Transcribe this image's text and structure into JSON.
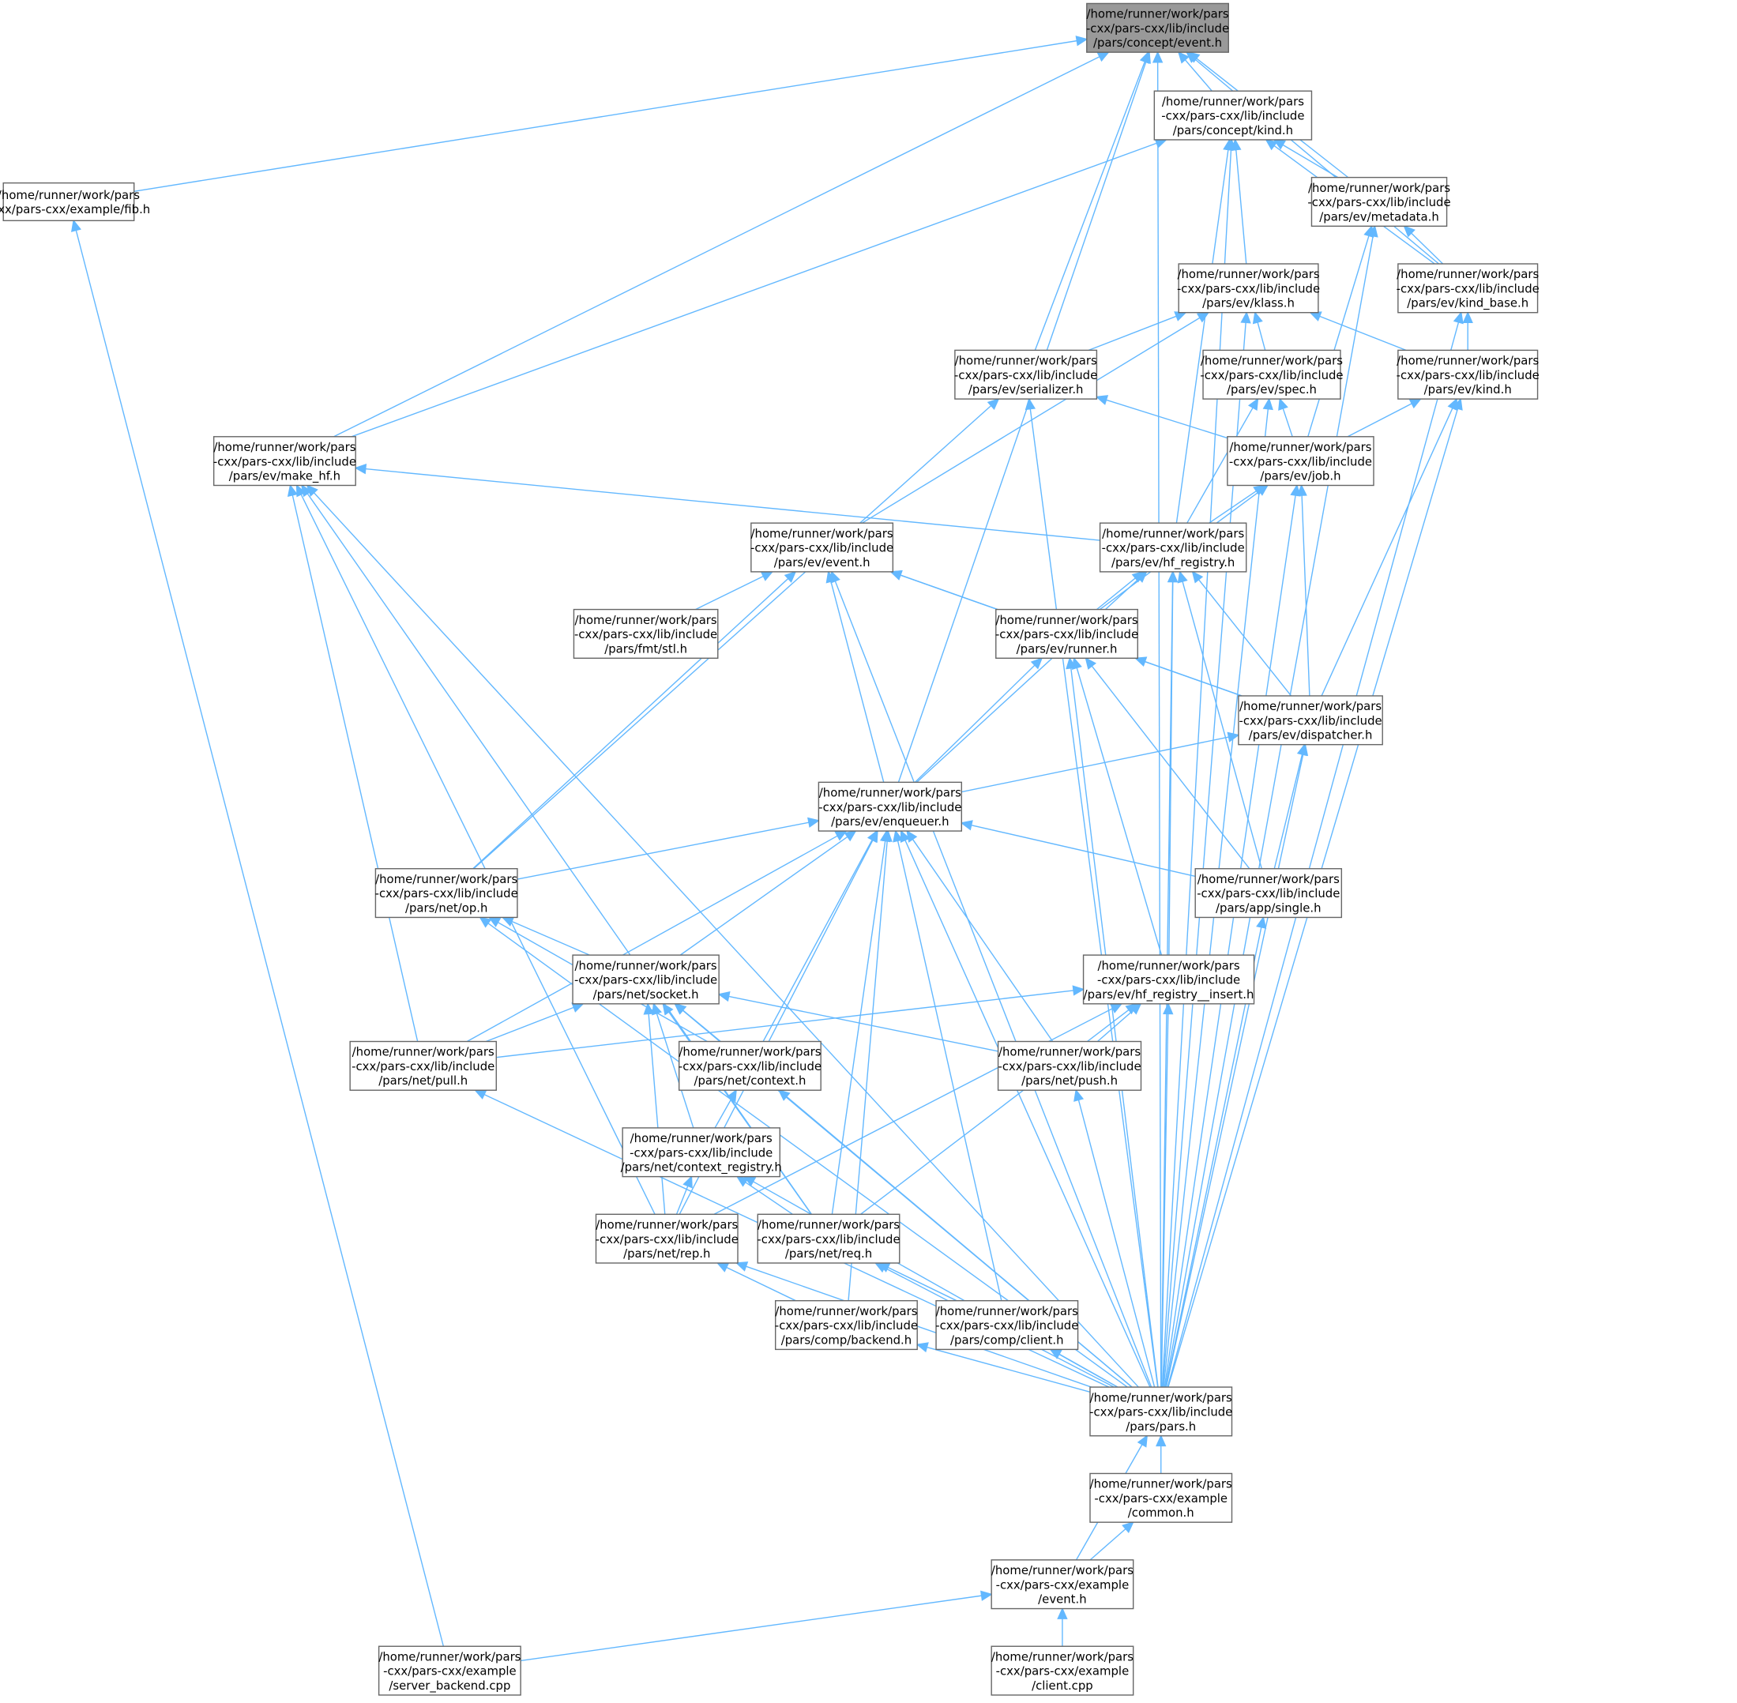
{
  "nodes": [
    {
      "id": "concept_event",
      "lines": [
        "/home/runner/work/pars",
        "-cxx/pars-cxx/lib/include",
        "/pars/concept/event.h"
      ],
      "root": true
    },
    {
      "id": "concept_kind",
      "lines": [
        "/home/runner/work/pars",
        "-cxx/pars-cxx/lib/include",
        "/pars/concept/kind.h"
      ]
    },
    {
      "id": "example_fib",
      "lines": [
        "/home/runner/work/pars",
        "-cxx/pars-cxx/example/fib.h"
      ]
    },
    {
      "id": "ev_metadata",
      "lines": [
        "/home/runner/work/pars",
        "-cxx/pars-cxx/lib/include",
        "/pars/ev/metadata.h"
      ]
    },
    {
      "id": "ev_klass",
      "lines": [
        "/home/runner/work/pars",
        "-cxx/pars-cxx/lib/include",
        "/pars/ev/klass.h"
      ]
    },
    {
      "id": "ev_kind_base",
      "lines": [
        "/home/runner/work/pars",
        "-cxx/pars-cxx/lib/include",
        "/pars/ev/kind_base.h"
      ]
    },
    {
      "id": "ev_serializer",
      "lines": [
        "/home/runner/work/pars",
        "-cxx/pars-cxx/lib/include",
        "/pars/ev/serializer.h"
      ]
    },
    {
      "id": "ev_spec",
      "lines": [
        "/home/runner/work/pars",
        "-cxx/pars-cxx/lib/include",
        "/pars/ev/spec.h"
      ]
    },
    {
      "id": "ev_kind",
      "lines": [
        "/home/runner/work/pars",
        "-cxx/pars-cxx/lib/include",
        "/pars/ev/kind.h"
      ]
    },
    {
      "id": "ev_make_hf",
      "lines": [
        "/home/runner/work/pars",
        "-cxx/pars-cxx/lib/include",
        "/pars/ev/make_hf.h"
      ]
    },
    {
      "id": "ev_job",
      "lines": [
        "/home/runner/work/pars",
        "-cxx/pars-cxx/lib/include",
        "/pars/ev/job.h"
      ]
    },
    {
      "id": "ev_event",
      "lines": [
        "/home/runner/work/pars",
        "-cxx/pars-cxx/lib/include",
        "/pars/ev/event.h"
      ]
    },
    {
      "id": "ev_hf_registry",
      "lines": [
        "/home/runner/work/pars",
        "-cxx/pars-cxx/lib/include",
        "/pars/ev/hf_registry.h"
      ]
    },
    {
      "id": "fmt_stl",
      "lines": [
        "/home/runner/work/pars",
        "-cxx/pars-cxx/lib/include",
        "/pars/fmt/stl.h"
      ]
    },
    {
      "id": "ev_runner",
      "lines": [
        "/home/runner/work/pars",
        "-cxx/pars-cxx/lib/include",
        "/pars/ev/runner.h"
      ]
    },
    {
      "id": "ev_dispatcher",
      "lines": [
        "/home/runner/work/pars",
        "-cxx/pars-cxx/lib/include",
        "/pars/ev/dispatcher.h"
      ]
    },
    {
      "id": "ev_enqueuer",
      "lines": [
        "/home/runner/work/pars",
        "-cxx/pars-cxx/lib/include",
        "/pars/ev/enqueuer.h"
      ]
    },
    {
      "id": "net_op",
      "lines": [
        "/home/runner/work/pars",
        "-cxx/pars-cxx/lib/include",
        "/pars/net/op.h"
      ]
    },
    {
      "id": "app_single",
      "lines": [
        "/home/runner/work/pars",
        "-cxx/pars-cxx/lib/include",
        "/pars/app/single.h"
      ]
    },
    {
      "id": "net_socket",
      "lines": [
        "/home/runner/work/pars",
        "-cxx/pars-cxx/lib/include",
        "/pars/net/socket.h"
      ]
    },
    {
      "id": "ev_hf_registry_insert",
      "lines": [
        "/home/runner/work/pars",
        "-cxx/pars-cxx/lib/include",
        "/pars/ev/hf_registry__insert.h"
      ]
    },
    {
      "id": "net_pull",
      "lines": [
        "/home/runner/work/pars",
        "-cxx/pars-cxx/lib/include",
        "/pars/net/pull.h"
      ]
    },
    {
      "id": "net_context",
      "lines": [
        "/home/runner/work/pars",
        "-cxx/pars-cxx/lib/include",
        "/pars/net/context.h"
      ]
    },
    {
      "id": "net_push",
      "lines": [
        "/home/runner/work/pars",
        "-cxx/pars-cxx/lib/include",
        "/pars/net/push.h"
      ]
    },
    {
      "id": "net_context_registry",
      "lines": [
        "/home/runner/work/pars",
        "-cxx/pars-cxx/lib/include",
        "/pars/net/context_registry.h"
      ]
    },
    {
      "id": "net_rep",
      "lines": [
        "/home/runner/work/pars",
        "-cxx/pars-cxx/lib/include",
        "/pars/net/rep.h"
      ]
    },
    {
      "id": "net_req",
      "lines": [
        "/home/runner/work/pars",
        "-cxx/pars-cxx/lib/include",
        "/pars/net/req.h"
      ]
    },
    {
      "id": "comp_backend",
      "lines": [
        "/home/runner/work/pars",
        "-cxx/pars-cxx/lib/include",
        "/pars/comp/backend.h"
      ]
    },
    {
      "id": "comp_client",
      "lines": [
        "/home/runner/work/pars",
        "-cxx/pars-cxx/lib/include",
        "/pars/comp/client.h"
      ]
    },
    {
      "id": "pars_h",
      "lines": [
        "/home/runner/work/pars",
        "-cxx/pars-cxx/lib/include",
        "/pars/pars.h"
      ]
    },
    {
      "id": "example_common",
      "lines": [
        "/home/runner/work/pars",
        "-cxx/pars-cxx/example",
        "/common.h"
      ]
    },
    {
      "id": "example_event",
      "lines": [
        "/home/runner/work/pars",
        "-cxx/pars-cxx/example",
        "/event.h"
      ]
    },
    {
      "id": "example_server_backend",
      "lines": [
        "/home/runner/work/pars",
        "-cxx/pars-cxx/example",
        "/server_backend.cpp"
      ]
    },
    {
      "id": "example_client",
      "lines": [
        "/home/runner/work/pars",
        "-cxx/pars-cxx/example",
        "/client.cpp"
      ]
    }
  ],
  "edges": [
    [
      "example_fib",
      "concept_event"
    ],
    [
      "concept_kind",
      "concept_event"
    ],
    [
      "ev_make_hf",
      "concept_event"
    ],
    [
      "ev_serializer",
      "concept_event"
    ],
    [
      "ev_enqueuer",
      "concept_event"
    ],
    [
      "ev_metadata",
      "concept_event"
    ],
    [
      "ev_kind_base",
      "concept_event"
    ],
    [
      "pars_h",
      "concept_event"
    ],
    [
      "ev_metadata",
      "concept_kind"
    ],
    [
      "ev_klass",
      "concept_kind"
    ],
    [
      "ev_kind_base",
      "concept_kind"
    ],
    [
      "ev_make_hf",
      "concept_kind"
    ],
    [
      "ev_hf_registry",
      "concept_kind"
    ],
    [
      "pars_h",
      "concept_kind"
    ],
    [
      "example_server_backend",
      "example_fib"
    ],
    [
      "ev_kind_base",
      "ev_metadata"
    ],
    [
      "ev_job",
      "ev_metadata"
    ],
    [
      "pars_h",
      "ev_metadata"
    ],
    [
      "ev_serializer",
      "ev_klass"
    ],
    [
      "ev_spec",
      "ev_klass"
    ],
    [
      "ev_kind",
      "ev_klass"
    ],
    [
      "ev_event",
      "ev_klass"
    ],
    [
      "pars_h",
      "ev_klass"
    ],
    [
      "ev_kind",
      "ev_kind_base"
    ],
    [
      "pars_h",
      "ev_kind_base"
    ],
    [
      "ev_job",
      "ev_serializer"
    ],
    [
      "net_op",
      "ev_serializer"
    ],
    [
      "pars_h",
      "ev_serializer"
    ],
    [
      "ev_job",
      "ev_spec"
    ],
    [
      "ev_hf_registry",
      "ev_spec"
    ],
    [
      "pars_h",
      "ev_spec"
    ],
    [
      "ev_job",
      "ev_kind"
    ],
    [
      "ev_dispatcher",
      "ev_kind"
    ],
    [
      "pars_h",
      "ev_kind"
    ],
    [
      "ev_hf_registry",
      "ev_make_hf"
    ],
    [
      "net_pull",
      "ev_make_hf"
    ],
    [
      "net_rep",
      "ev_make_hf"
    ],
    [
      "net_req",
      "ev_make_hf"
    ],
    [
      "pars_h",
      "ev_make_hf"
    ],
    [
      "ev_hf_registry",
      "ev_job"
    ],
    [
      "ev_runner",
      "ev_job"
    ],
    [
      "ev_dispatcher",
      "ev_job"
    ],
    [
      "pars_h",
      "ev_job"
    ],
    [
      "fmt_stl",
      "ev_event"
    ],
    [
      "ev_runner",
      "ev_event"
    ],
    [
      "ev_dispatcher",
      "ev_event"
    ],
    [
      "ev_enqueuer",
      "ev_event"
    ],
    [
      "net_op",
      "ev_event"
    ],
    [
      "pars_h",
      "ev_event"
    ],
    [
      "ev_runner",
      "ev_hf_registry"
    ],
    [
      "ev_dispatcher",
      "ev_hf_registry"
    ],
    [
      "ev_enqueuer",
      "ev_hf_registry"
    ],
    [
      "app_single",
      "ev_hf_registry"
    ],
    [
      "ev_hf_registry_insert",
      "ev_hf_registry"
    ],
    [
      "pars_h",
      "ev_hf_registry"
    ],
    [
      "ev_dispatcher",
      "ev_runner"
    ],
    [
      "ev_enqueuer",
      "ev_runner"
    ],
    [
      "app_single",
      "ev_runner"
    ],
    [
      "ev_hf_registry_insert",
      "ev_runner"
    ],
    [
      "pars_h",
      "ev_runner"
    ],
    [
      "ev_enqueuer",
      "ev_dispatcher"
    ],
    [
      "app_single",
      "ev_dispatcher"
    ],
    [
      "pars_h",
      "ev_dispatcher"
    ],
    [
      "net_op",
      "ev_enqueuer"
    ],
    [
      "app_single",
      "ev_enqueuer"
    ],
    [
      "net_socket",
      "ev_enqueuer"
    ],
    [
      "net_pull",
      "ev_enqueuer"
    ],
    [
      "net_context",
      "ev_enqueuer"
    ],
    [
      "net_push",
      "ev_enqueuer"
    ],
    [
      "net_rep",
      "ev_enqueuer"
    ],
    [
      "net_req",
      "ev_enqueuer"
    ],
    [
      "comp_backend",
      "ev_enqueuer"
    ],
    [
      "comp_client",
      "ev_enqueuer"
    ],
    [
      "pars_h",
      "ev_enqueuer"
    ],
    [
      "net_socket",
      "net_op"
    ],
    [
      "net_context",
      "net_op"
    ],
    [
      "pars_h",
      "net_op"
    ],
    [
      "pars_h",
      "app_single"
    ],
    [
      "net_pull",
      "net_socket"
    ],
    [
      "net_context",
      "net_socket"
    ],
    [
      "net_push",
      "net_socket"
    ],
    [
      "net_context_registry",
      "net_socket"
    ],
    [
      "net_rep",
      "net_socket"
    ],
    [
      "net_req",
      "net_socket"
    ],
    [
      "pars_h",
      "net_socket"
    ],
    [
      "net_pull",
      "ev_hf_registry_insert"
    ],
    [
      "net_push",
      "ev_hf_registry_insert"
    ],
    [
      "net_rep",
      "ev_hf_registry_insert"
    ],
    [
      "net_req",
      "ev_hf_registry_insert"
    ],
    [
      "pars_h",
      "ev_hf_registry_insert"
    ],
    [
      "pars_h",
      "net_pull"
    ],
    [
      "net_context_registry",
      "net_context"
    ],
    [
      "pars_h",
      "net_context"
    ],
    [
      "pars_h",
      "net_push"
    ],
    [
      "net_rep",
      "net_context_registry"
    ],
    [
      "net_req",
      "net_context_registry"
    ],
    [
      "pars_h",
      "net_context_registry"
    ],
    [
      "comp_backend",
      "net_rep"
    ],
    [
      "pars_h",
      "net_rep"
    ],
    [
      "comp_client",
      "net_req"
    ],
    [
      "pars_h",
      "net_req"
    ],
    [
      "pars_h",
      "comp_backend"
    ],
    [
      "pars_h",
      "comp_client"
    ],
    [
      "example_common",
      "pars_h"
    ],
    [
      "example_event",
      "pars_h"
    ],
    [
      "example_event",
      "example_common"
    ],
    [
      "example_server_backend",
      "example_event"
    ],
    [
      "example_client",
      "example_event"
    ]
  ],
  "colors": {
    "edge": "#63b8ff",
    "root_fill": "#999999",
    "border": "#666666"
  }
}
